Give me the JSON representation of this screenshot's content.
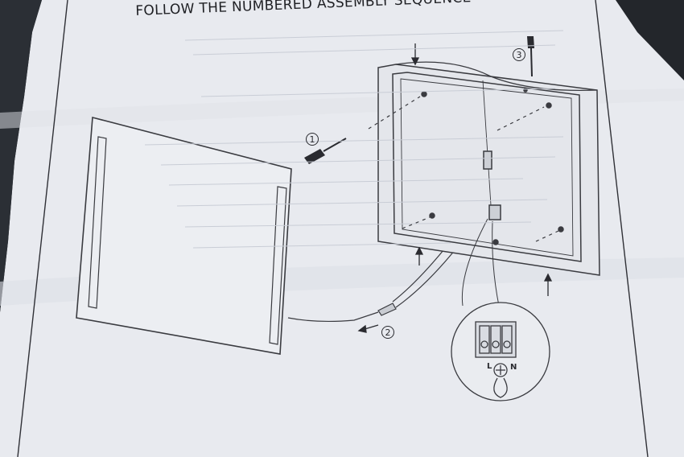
{
  "title": "FOLLOW THE NUMBERED ASSEMBLY SEQUENCE",
  "steps": [
    {
      "number": "1",
      "label": "①"
    },
    {
      "number": "2",
      "label": "②"
    },
    {
      "number": "3",
      "label": "③"
    }
  ],
  "terminal_labels": {
    "live": "L",
    "neutral": "N"
  },
  "colors": {
    "paper": "#e9ebf0",
    "ink": "#2a2b30",
    "background": "#23262b"
  }
}
